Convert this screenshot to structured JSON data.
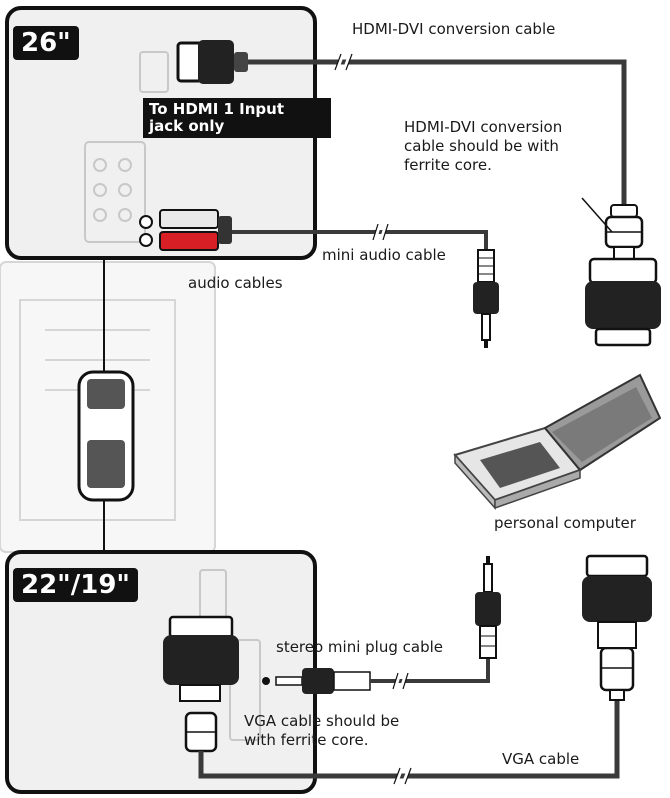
{
  "panels": {
    "top_size": "26\"",
    "bottom_size": "22\"/19\"",
    "hdmi_note_line1": "To HDMI 1 Input",
    "hdmi_note_line2": "jack only"
  },
  "labels": {
    "hdmi_dvi_cable": "HDMI-DVI conversion cable",
    "hdmi_dvi_ferrite_line1": "HDMI-DVI conversion",
    "hdmi_dvi_ferrite_line2": "cable should be with",
    "hdmi_dvi_ferrite_line3": "ferrite core.",
    "mini_audio_cable": "mini audio cable",
    "audio_cables": "audio cables",
    "personal_computer": "personal computer",
    "stereo_mini_plug_cable": "stereo mini plug cable",
    "vga_ferrite_line1": "VGA cable should be",
    "vga_ferrite_line2": "with ferrite core.",
    "vga_cable": "VGA cable"
  },
  "colors": {
    "outline": "#111111",
    "panel_fill": "#f0f0f0",
    "cable": "#3a3a3a",
    "rca_red": "#d81f26",
    "rca_white": "#e9e9e9",
    "laptop": "#8a8a8a"
  }
}
